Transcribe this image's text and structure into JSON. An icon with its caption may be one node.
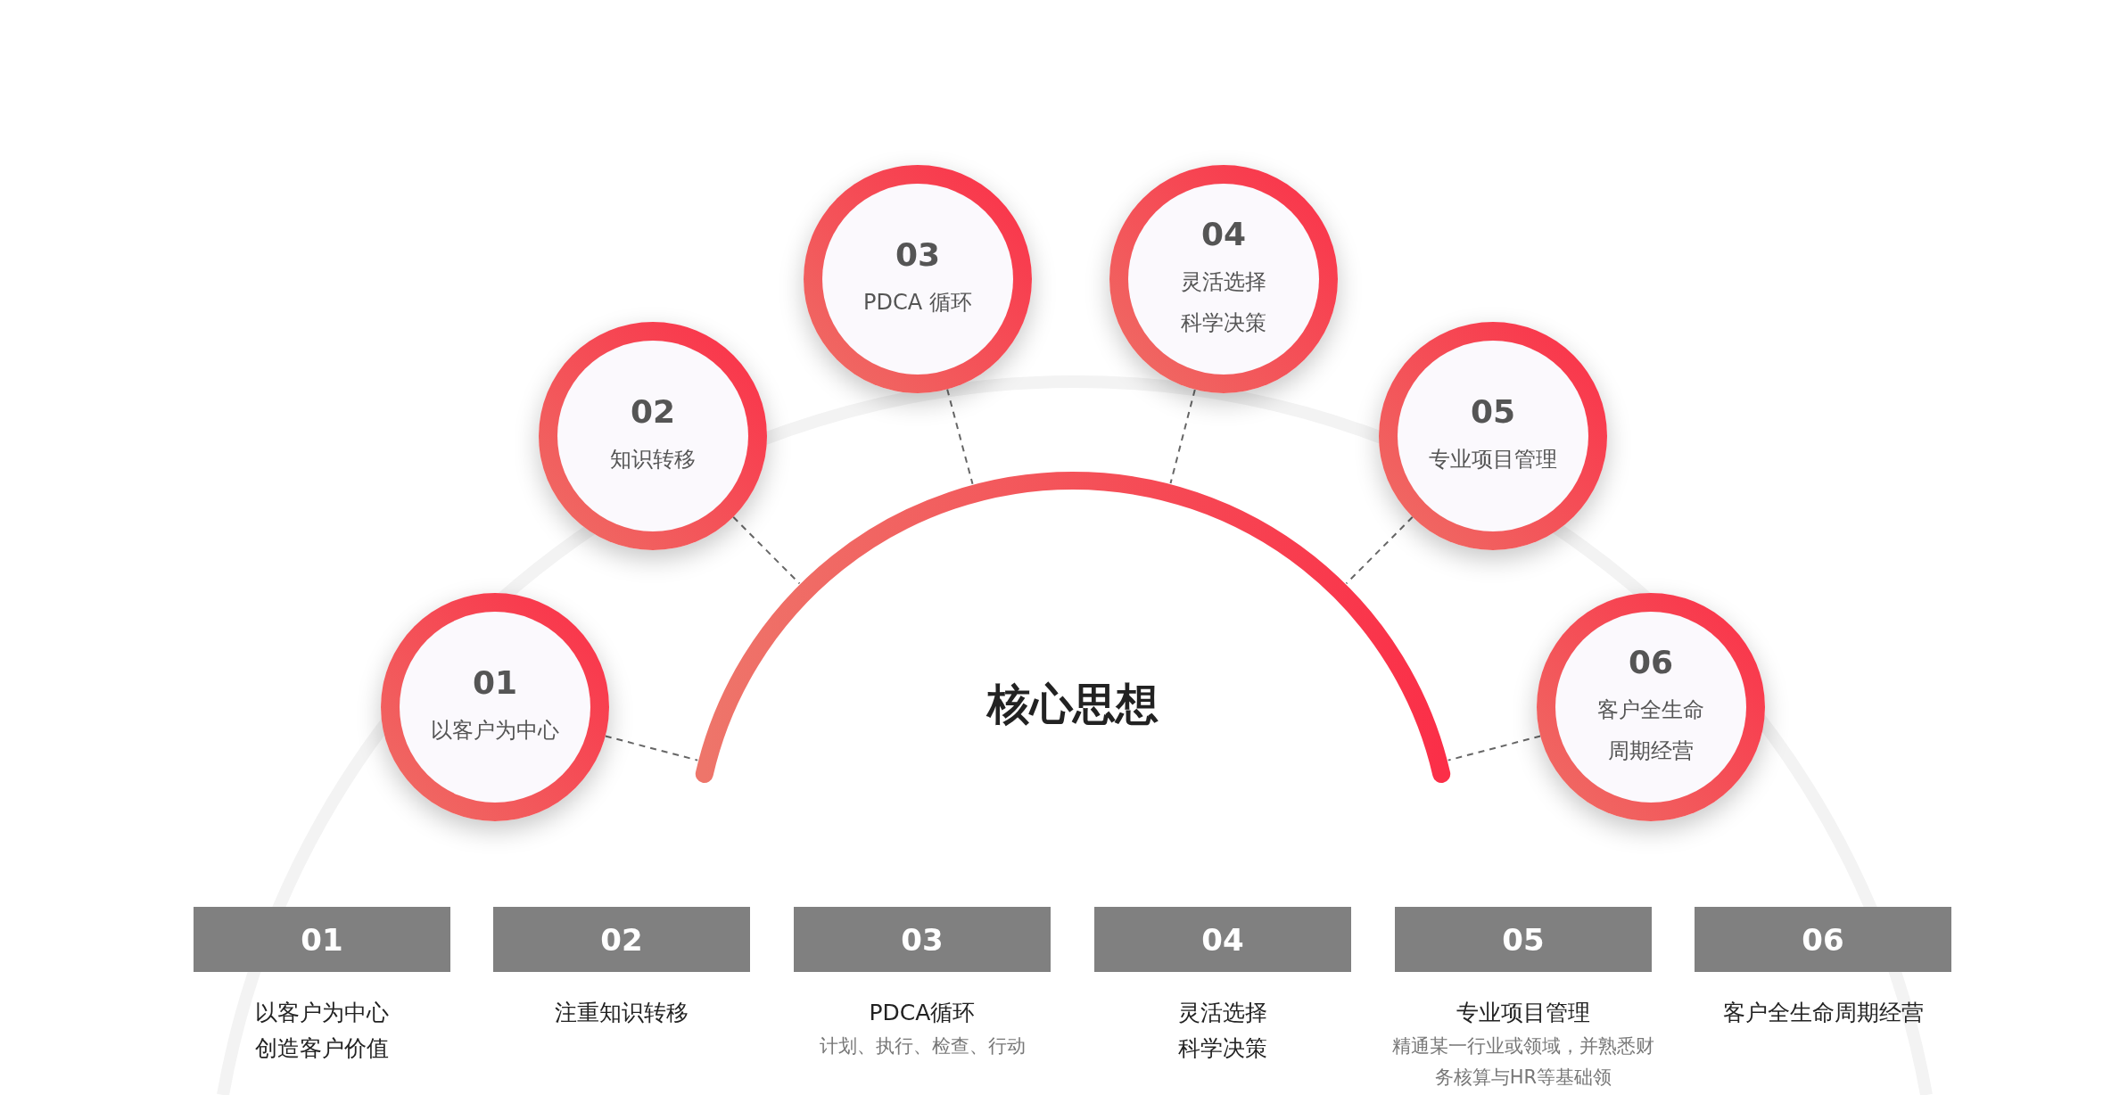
{
  "diagram": {
    "nodes": [
      {
        "text": [
          "核心思想"
        ]
      },
      {
        "text": [
          "01",
          "以客户为中心"
        ]
      },
      {
        "text": [
          "02",
          "知识转移"
        ]
      },
      {
        "text": [
          "03",
          "PDCA 循环"
        ]
      },
      {
        "text": [
          "04",
          "灵活选择",
          "科学决策"
        ]
      },
      {
        "text": [
          "05",
          "专业项目管理"
        ]
      },
      {
        "text": [
          "06",
          "客户全生命周期经营"
        ]
      },
      {
        "text": [
          "01"
        ],
        "beside": [
          "以客户为中心",
          "创造客户价值"
        ]
      },
      {
        "text": [
          "02"
        ],
        "beside": [
          "注重知识转移"
        ]
      },
      {
        "text": [
          "03"
        ],
        "beside": [
          "PDCA循环",
          "计划、执行、检查、行动"
        ]
      },
      {
        "text": [
          "04"
        ],
        "beside": [
          "灵活选择",
          "科学决策"
        ]
      },
      {
        "text": [
          "05"
        ],
        "beside": [
          "专业项目管理",
          "精通某一行业或领域，并熟悉财务核算与HR等基础领"
        ]
      },
      {
        "text": [
          "06"
        ],
        "beside": [
          "客户全生命周期经营"
        ]
      }
    ],
    "edges": [
      {
        "from": 1,
        "to": 0,
        "arrow": "none",
        "style": "dashed"
      },
      {
        "from": 2,
        "to": 0,
        "arrow": "none",
        "style": "dashed"
      },
      {
        "from": 3,
        "to": 0,
        "arrow": "none",
        "style": "dashed"
      },
      {
        "from": 4,
        "to": 0,
        "arrow": "none",
        "style": "dashed"
      },
      {
        "from": 5,
        "to": 0,
        "arrow": "none",
        "style": "dashed"
      },
      {
        "from": 6,
        "to": 0,
        "arrow": "none",
        "style": "dashed"
      }
    ]
  }
}
